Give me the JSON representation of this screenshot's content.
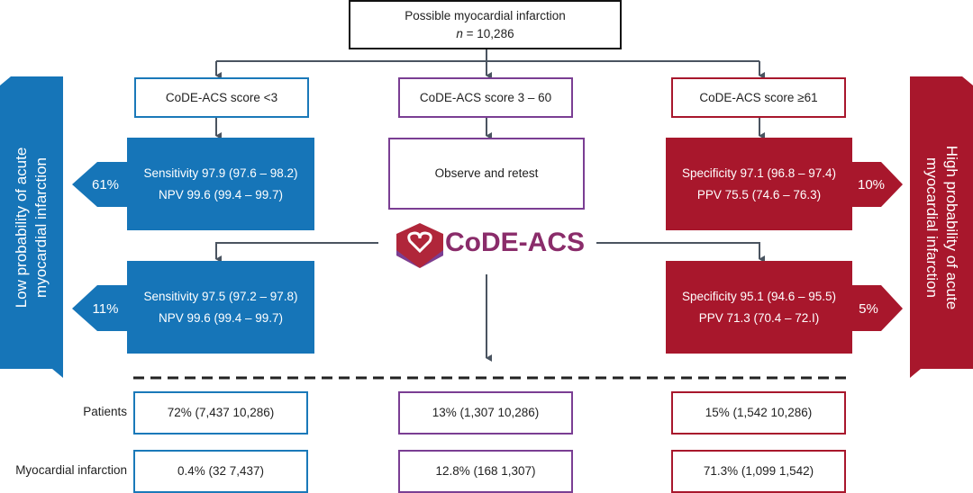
{
  "colors": {
    "low": "#1675b8",
    "mid": "#7a3e93",
    "high": "#a8172c"
  },
  "top": {
    "title": "Possible myocardial infarction",
    "n_label": "n",
    "n_value": " = 10,286"
  },
  "scores": {
    "low": "CoDE-ACS score <3",
    "mid": "CoDE-ACS score 3 – 60",
    "high": "CoDE-ACS score ≥61"
  },
  "low1": {
    "pct": "61%",
    "line1": "Sensitivity 97.9 (97.6 – 98.2)",
    "line2": "NPV 99.6 (99.4 – 99.7)"
  },
  "low2": {
    "pct": "11%",
    "line1": "Sensitivity 97.5 (97.2 – 97.8)",
    "line2": "NPV 99.6 (99.4 – 99.7)"
  },
  "high1": {
    "pct": "10%",
    "line1": "Specificity 97.1 (96.8 – 97.4)",
    "line2": "PPV 75.5 (74.6 – 76.3)"
  },
  "high2": {
    "pct": "5%",
    "line1": "Specificity 95.1 (94.6 – 95.5)",
    "line2": "PPV 71.3 (70.4 – 72.I)"
  },
  "mid": {
    "label": "Observe and retest"
  },
  "logo": {
    "text": "CoDE-ACS"
  },
  "side": {
    "left": "Low probability of acute\nmyocardial infarction",
    "right": "High probability of acute\nmyocardial infarction"
  },
  "rows": [
    {
      "label": "Patients",
      "low": "72% (7,437  10,286)",
      "mid": "13% (1,307  10,286)",
      "high": "15% (1,542  10,286)"
    },
    {
      "label": "Myocardial infarction",
      "low": "0.4% (32  7,437)",
      "mid": "12.8% (168  1,307)",
      "high": "71.3% (1,099  1,542)"
    }
  ]
}
